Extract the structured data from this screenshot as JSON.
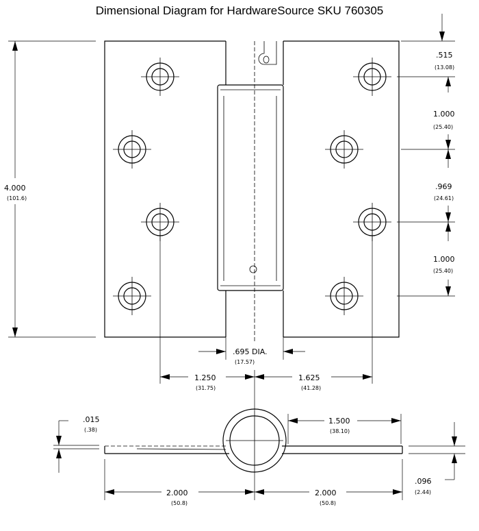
{
  "title": "Dimensional Diagram for HardwareSource SKU 760305",
  "dims": {
    "height": {
      "in": "4.000",
      "mm": "(101.6)"
    },
    "top_offset": {
      "in": ".515",
      "mm": "(13.08)"
    },
    "space_a": {
      "in": "1.000",
      "mm": "(25.40)"
    },
    "space_b": {
      "in": ".969",
      "mm": "(24.61)"
    },
    "space_c": {
      "in": "1.000",
      "mm": "(25.40)"
    },
    "pin_dia": {
      "in": ".695 DIA.",
      "mm": "(17.57)"
    },
    "left_offset": {
      "in": "1.250",
      "mm": "(31.75)"
    },
    "right_offset": {
      "in": "1.625",
      "mm": "(41.28)"
    },
    "thickness": {
      "in": ".015",
      "mm": "(.38)"
    },
    "right_flat": {
      "in": "1.500",
      "mm": "(38.10)"
    },
    "leaf_gauge": {
      "in": ".096",
      "mm": "(2.44)"
    },
    "left_width": {
      "in": "2.000",
      "mm": "(50.8)"
    },
    "right_width": {
      "in": "2.000",
      "mm": "(50.8)"
    }
  }
}
